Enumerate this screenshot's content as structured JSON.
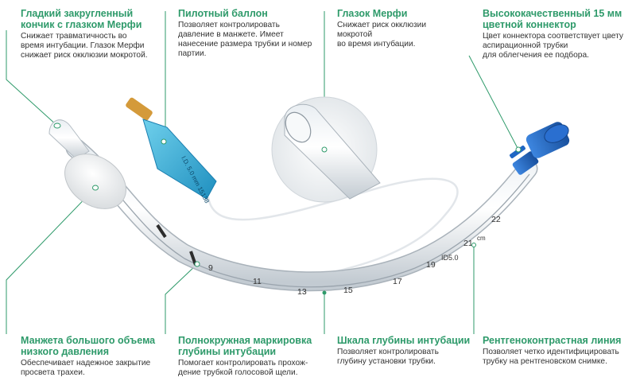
{
  "colors": {
    "accent": "#2e9a6a",
    "leader": "#2e9a6a",
    "pilot_balloon": "#38b0d8",
    "connector": "#1f66c4",
    "body_text": "#333333"
  },
  "annotations": {
    "tip": {
      "title": "Гладкий закругленный\nкончик с глазком Мерфи",
      "body": "Снижает травматичность во\nвремя интубации. Глазок Мерфи\nснижает риск окклюзии мокротой."
    },
    "pilot": {
      "title": "Пилотный баллон",
      "body": "Позволяет контролировать\nдавление в манжете. Имеет\nнанесение размера трубки и номер\nпартии."
    },
    "murphy": {
      "title": "Глазок Мерфи",
      "body": "Снижает риск окклюзии\nмокротой\nво время интубации."
    },
    "connector": {
      "title": "Высококачественный 15 мм\nцветной коннектор",
      "body": "Цвет коннектора соответствует цвету\nаспирационной трубки\nдля облегчения ее подбора."
    },
    "cuff": {
      "title": "Манжета большого объема\nнизкого давления",
      "body": "Обеспечивает надежное закрытие\nпросвета трахеи."
    },
    "marking": {
      "title": "Полнокружная маркировка\nглубины интубации",
      "body": "Помогает контролировать прохож-\nдение трубкой голосовой щели."
    },
    "scale": {
      "title": "Шкала глубины интубации",
      "body": "Позволяет контролировать\nглубину установки трубки."
    },
    "radiopaque": {
      "title": "Рентгеноконтрастная линия",
      "body": "Позволяет четко идентифицировать\nтрубку на рентгеновском снимке."
    }
  },
  "tube_markings": {
    "depth": [
      "9",
      "11",
      "13",
      "15",
      "17",
      "19",
      "21",
      "22"
    ],
    "size_label": "ID5.0",
    "unit_label": "cm",
    "balloon_text": "I.D. 5.0 mm  15138"
  },
  "icons": [
    "pilot-balloon-icon",
    "connector-icon",
    "cuff-icon",
    "murphy-eye-icon"
  ]
}
